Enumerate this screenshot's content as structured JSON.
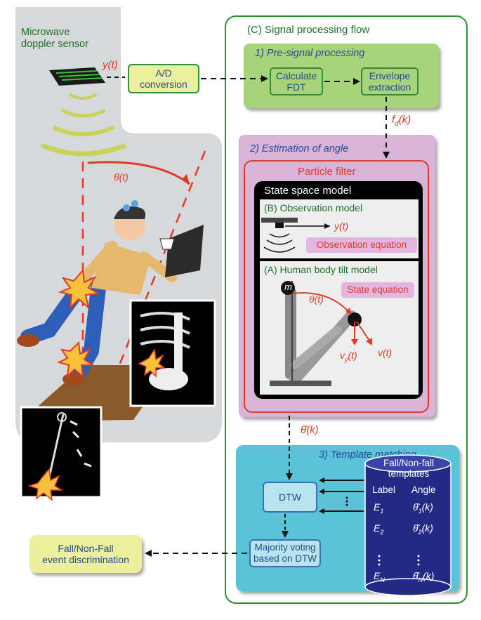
{
  "sensor": {
    "label_line1": "Microwave",
    "label_line2": "doppler sensor"
  },
  "signals": {
    "y_t": "y(t)",
    "theta_t_fall": "θ(t)",
    "fd_k": "f",
    "fd_sub": "d",
    "fd_arg": "(k)",
    "theta_hat_k": "θ̂(k)"
  },
  "ad_box": {
    "line1": "A/D",
    "line2": "conversion"
  },
  "flow": {
    "title": "(C) Signal processing flow",
    "pre": {
      "title": "1) Pre-signal processing",
      "fdt_line1": "Calculate",
      "fdt_line2": "FDT",
      "env_line1": "Envelope",
      "env_line2": "extraction"
    },
    "angle": {
      "title": "2) Estimation of angle",
      "particle_filter": "Particle filter",
      "state_space": "State space model",
      "obs_model": "(B) Observation model",
      "obs_y": "y(t)",
      "obs_equation": "Observation equation",
      "tilt_model": "(A) Human body tilt model",
      "state_equation": "State equation",
      "mass": "m",
      "theta": "θ(t)",
      "vy": "v",
      "vy_sub": "y",
      "vy_arg": "(t)",
      "v": "v(t)"
    },
    "template": {
      "title": "3) Template matching",
      "dtw": "DTW",
      "vote_line1": "Majority voting",
      "vote_line2": "based on DTW",
      "db_title_line1": "Fall/Non-fall",
      "db_title_line2": "templates",
      "col_label": "Label",
      "col_angle": "Angle",
      "rows": [
        {
          "label": "E",
          "sub": "1",
          "angle": "θ̂",
          "angle_sub": "1",
          "angle_arg": "(k)"
        },
        {
          "label": "E",
          "sub": "2",
          "angle": "θ̂",
          "angle_sub": "2",
          "angle_arg": "(k)"
        },
        {
          "label": "E",
          "sub": "N",
          "angle": "θ̂",
          "angle_sub": "N",
          "angle_arg": "(k)"
        }
      ]
    }
  },
  "result": {
    "line1": "Fall/Non-Fall",
    "line2": "event discrimination"
  },
  "colors": {
    "green_panel": "#a8d37a",
    "purple_panel": "#d9b3d8",
    "cyan_panel": "#5bc3d8",
    "cylinder": "#232a85",
    "red": "#e03a2a",
    "yellow_box": "#ecef9e"
  }
}
